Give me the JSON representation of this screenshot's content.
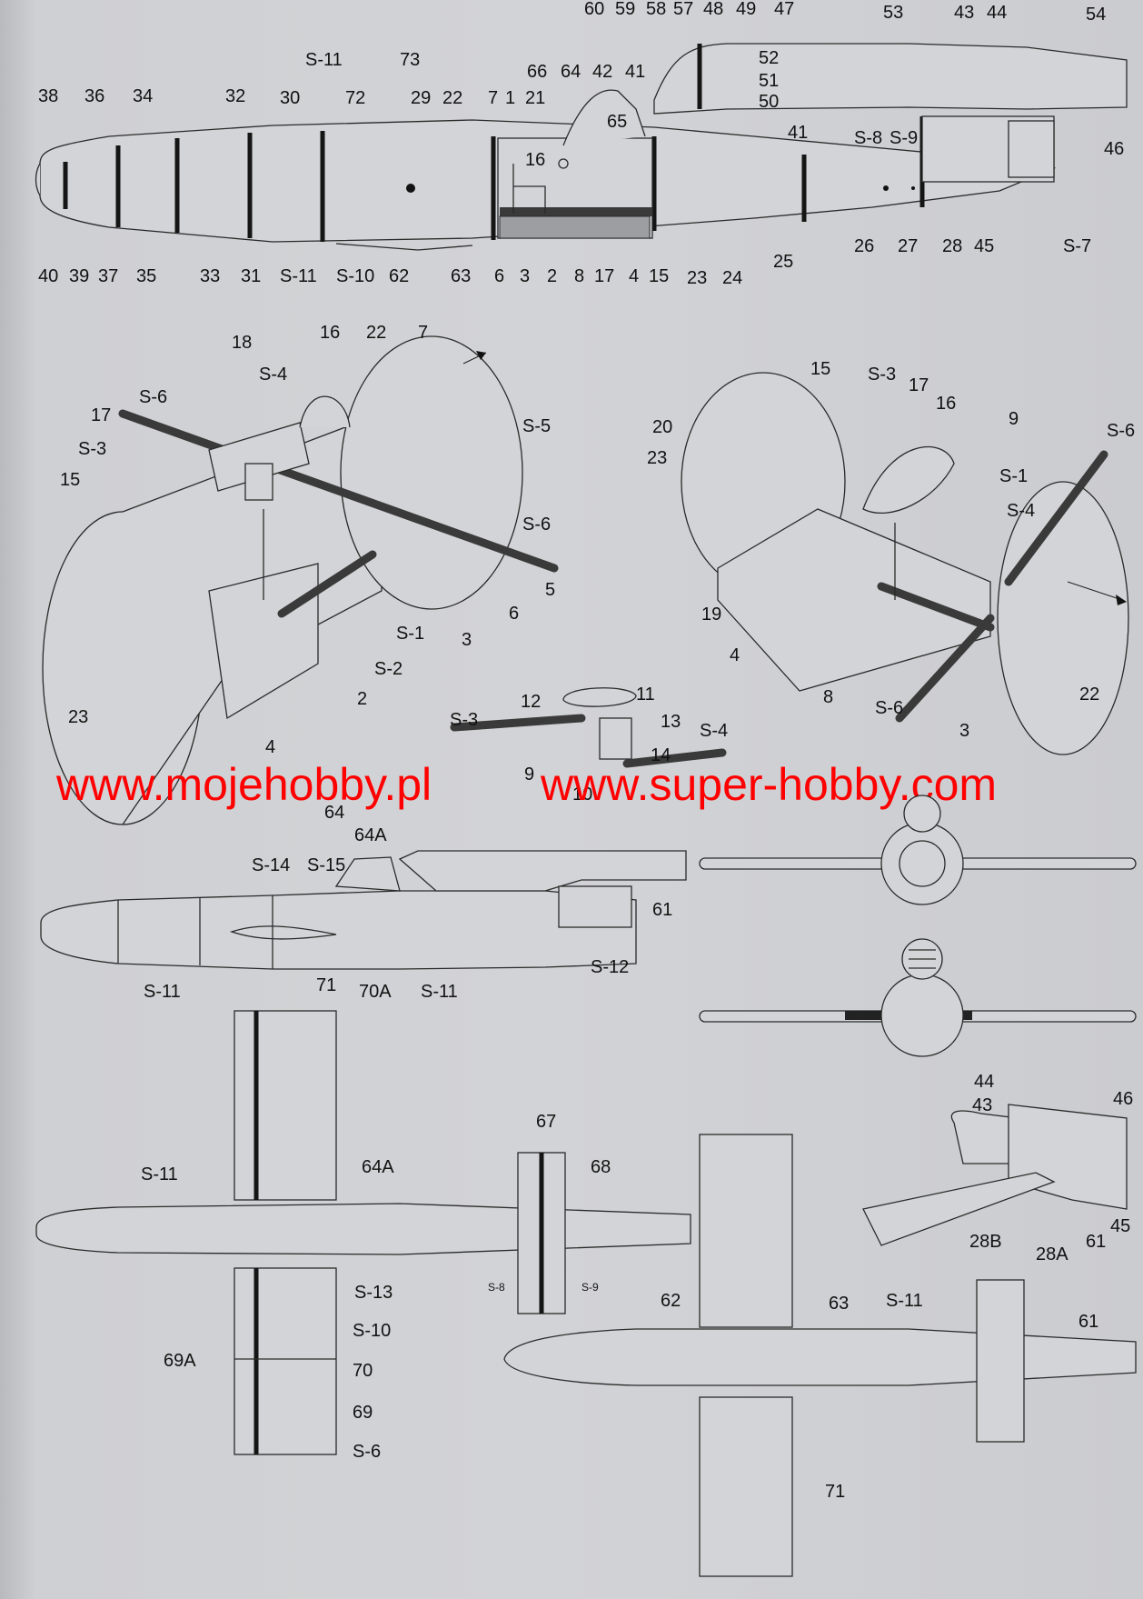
{
  "watermarks": [
    "www.mojehobby.pl",
    "www.super-hobby.com"
  ],
  "top_view_labels": [
    "60",
    "59",
    "58",
    "57",
    "48",
    "49",
    "47",
    "53",
    "43",
    "44",
    "54",
    "S-11",
    "73",
    "52",
    "51",
    "50",
    "66",
    "64",
    "42",
    "41",
    "65",
    "38",
    "36",
    "34",
    "32",
    "30",
    "72",
    "29",
    "22",
    "7",
    "1",
    "21",
    "41",
    "S-8",
    "S-9",
    "46",
    "16",
    "40",
    "39",
    "37",
    "35",
    "33",
    "31",
    "S-11",
    "S-10",
    "62",
    "63",
    "6",
    "3",
    "2",
    "8",
    "17",
    "4",
    "15",
    "23",
    "24",
    "25",
    "26",
    "27",
    "28",
    "45",
    "S-7"
  ],
  "cockpit_left_labels": [
    "18",
    "S-4",
    "16",
    "22",
    "7",
    "S-6",
    "17",
    "S-3",
    "15",
    "S-5",
    "S-6",
    "5",
    "6",
    "S-1",
    "3",
    "S-2",
    "2",
    "23",
    "4"
  ],
  "cockpit_right_labels": [
    "15",
    "S-3",
    "17",
    "16",
    "9",
    "S-6",
    "20",
    "23",
    "S-1",
    "S-4",
    "19",
    "4",
    "8",
    "S-6",
    "3",
    "22"
  ],
  "seat_labels": [
    "12",
    "11",
    "S-3",
    "13",
    "S-4",
    "9",
    "14",
    "10"
  ],
  "side_view_labels": [
    "64",
    "64A",
    "S-14",
    "S-15",
    "61",
    "S-11",
    "71",
    "70A",
    "S-11",
    "S-12"
  ],
  "plan_view_labels": [
    "S-11",
    "64A",
    "S-13",
    "S-10",
    "69A",
    "70",
    "69",
    "S-6"
  ],
  "tail_labels": [
    "67",
    "68",
    "S-8",
    "S-9"
  ],
  "nozzle_labels": [
    "44",
    "43",
    "46",
    "28B",
    "28A",
    "61",
    "45"
  ],
  "bottom_view_labels": [
    "62",
    "63",
    "S-11",
    "61",
    "71"
  ]
}
